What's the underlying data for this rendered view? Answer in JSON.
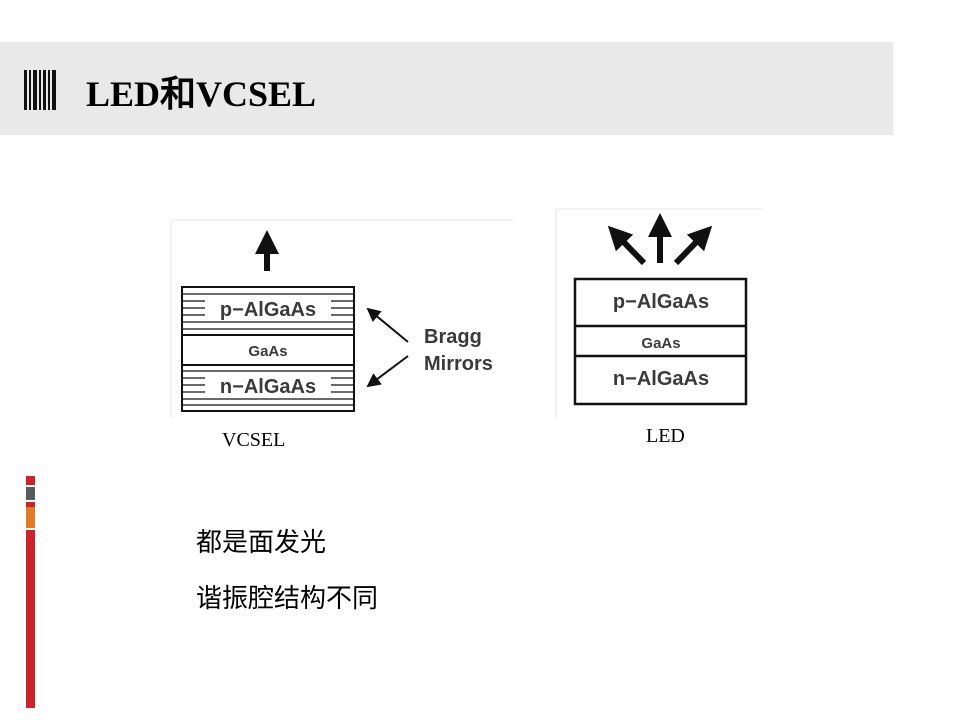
{
  "page": {
    "title": "LED和VCSEL"
  },
  "vcsel": {
    "layers": {
      "top": "p−AlGaAs",
      "middle": "GaAs",
      "bottom": "n−AlGaAs"
    },
    "mirror_label_line1": "Bragg",
    "mirror_label_line2": "Mirrors",
    "caption": "VCSEL"
  },
  "led": {
    "layers": {
      "top": "p−AlGaAs",
      "middle": "GaAs",
      "bottom": "n−AlGaAs"
    },
    "caption": "LED"
  },
  "body": {
    "lines": [
      "都是面发光",
      "谐振腔结构不同"
    ]
  },
  "colors": {
    "header_band": "#e9e9e9",
    "stripe_red": "#cc2229",
    "stripe_gray": "#5a5a5a",
    "stripe_orange": "#e07b2a",
    "diagram_ink": "#111111",
    "layer_text": "#3a3a3a"
  }
}
